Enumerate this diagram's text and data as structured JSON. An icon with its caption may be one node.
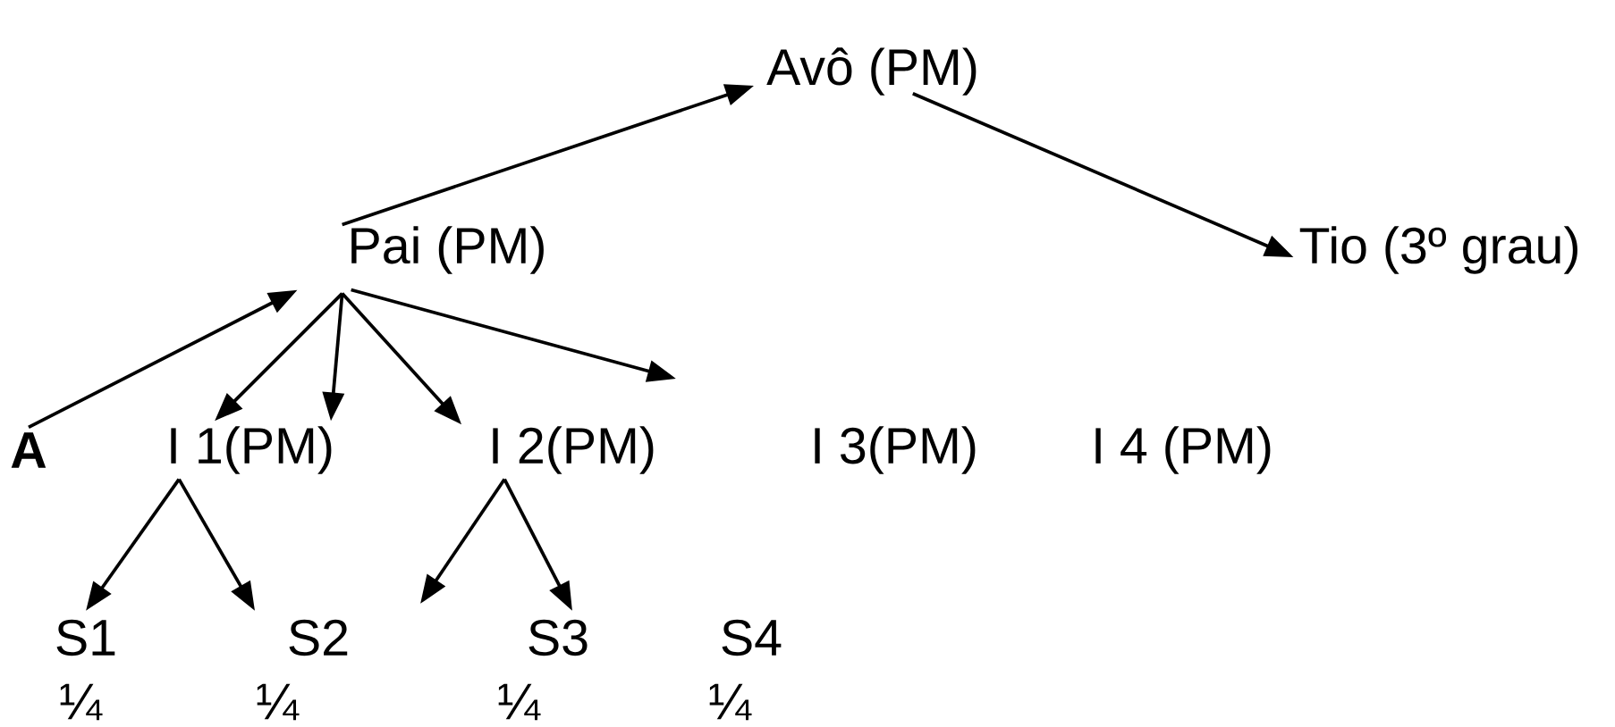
{
  "diagram": {
    "nodes": [
      {
        "text": [
          "Avô (PM)"
        ]
      },
      {
        "text": [
          "Pai (PM)"
        ]
      },
      {
        "text": [
          "Tio (3º grau)"
        ]
      },
      {
        "text": [
          "A"
        ]
      },
      {
        "text": [
          "I 1(PM)"
        ]
      },
      {
        "text": [
          "I 2(PM)"
        ]
      },
      {
        "text": [
          "I 3(PM)"
        ]
      },
      {
        "text": [
          "I 4 (PM)"
        ]
      },
      {
        "text": [
          "S1"
        ]
      },
      {
        "text": [
          "S2"
        ]
      },
      {
        "text": [
          "S3"
        ]
      },
      {
        "text": [
          "S4"
        ]
      }
    ],
    "edges": [
      {
        "from": 1,
        "to": 0,
        "arrow": "to"
      },
      {
        "from": 0,
        "to": 2,
        "arrow": "to"
      },
      {
        "from": 3,
        "to": 1,
        "arrow": "to"
      },
      {
        "from": 1,
        "to": 4,
        "arrow": "to"
      },
      {
        "from": 1,
        "to": 4,
        "arrow": "to"
      },
      {
        "from": 1,
        "to": 5,
        "arrow": "to"
      },
      {
        "from": 1,
        "to": null,
        "arrow": "to"
      },
      {
        "from": 4,
        "to": 8,
        "arrow": "to"
      },
      {
        "from": 4,
        "to": 9,
        "arrow": "to"
      },
      {
        "from": 5,
        "to": null,
        "arrow": "to"
      },
      {
        "from": 5,
        "to": 10,
        "arrow": "to"
      }
    ],
    "labels": [
      "¼",
      "¼",
      "¼",
      "¼"
    ]
  }
}
